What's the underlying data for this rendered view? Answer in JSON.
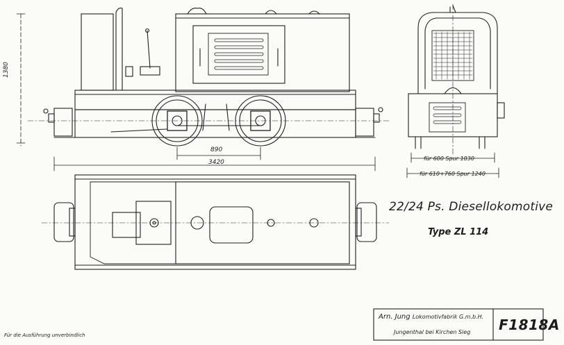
{
  "title": {
    "main": "22/24 Ps. Diesellokomotive",
    "type": "Type ZL 114"
  },
  "dimensions": {
    "height": "1380",
    "wheelbase": "890",
    "overall_length": "3420",
    "gauge_600": "für 600 Spur 1030",
    "gauge_610_760": "für 610+760 Spur 1240"
  },
  "title_block": {
    "maker_short": "Arn. Jung",
    "maker_rest": "Lokomotivfabrik G.m.b.H.",
    "location": "Jungenthal bei Kirchen Sieg",
    "drawing_number": "F1818A"
  },
  "notes": {
    "disclaimer": "Für die Ausführung unverbindlich"
  }
}
